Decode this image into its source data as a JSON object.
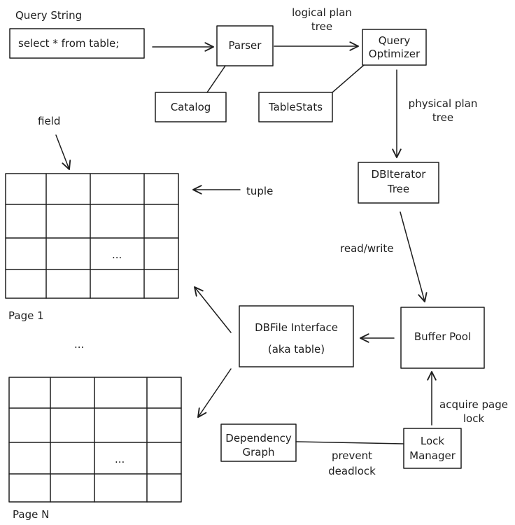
{
  "labels": {
    "query_string": "Query String",
    "query_value": "select * from table;",
    "parser": "Parser",
    "logical_plan_1": "logical plan",
    "logical_plan_2": "tree",
    "query_optimizer_1": "Query",
    "query_optimizer_2": "Optimizer",
    "catalog": "Catalog",
    "table_stats": "TableStats",
    "physical_plan_1": "physical plan",
    "physical_plan_2": "tree",
    "dbiterator_1": "DBIterator",
    "dbiterator_2": "Tree",
    "field": "field",
    "tuple": "tuple",
    "read_write": "read/write",
    "page_1": "Page 1",
    "page_ellipsis": "...",
    "cell_ellipsis_1": "...",
    "cell_ellipsis_n": "...",
    "dbfile_1": "DBFile Interface",
    "dbfile_2": "(aka table)",
    "buffer_pool": "Buffer Pool",
    "acquire_1": "acquire page",
    "acquire_2": "lock",
    "dependency_1": "Dependency",
    "dependency_2": "Graph",
    "prevent_1": "prevent",
    "prevent_2": "deadlock",
    "lock_manager_1": "Lock",
    "lock_manager_2": "Manager",
    "page_n": "Page N"
  },
  "colors": {
    "stroke": "#1e1e1e",
    "background": "#ffffff"
  }
}
